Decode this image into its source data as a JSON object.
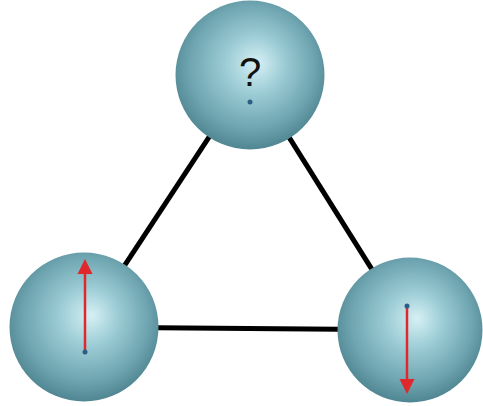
{
  "diagram": {
    "nodes": [
      {
        "text": [
          "?"
        ]
      },
      {
        "text": []
      },
      {
        "text": []
      }
    ],
    "edges": [
      {
        "from": 0,
        "to": 1,
        "arrow": "none"
      },
      {
        "from": 0,
        "to": 2,
        "arrow": "none"
      },
      {
        "from": 1,
        "to": 2,
        "arrow": "none"
      }
    ]
  }
}
